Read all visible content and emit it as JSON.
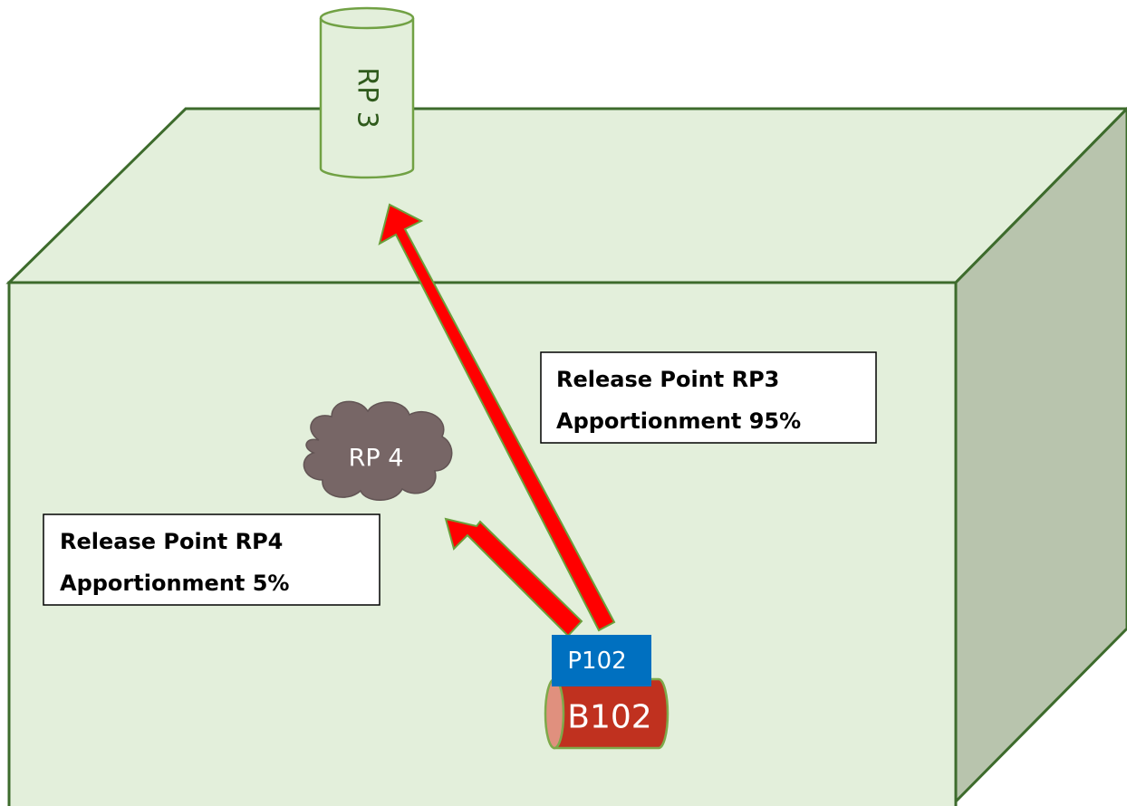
{
  "colors": {
    "box_front": "#e3efdb",
    "box_top": "#e3efdb",
    "box_side": "#b8c4ad",
    "box_stroke": "#3d6b2c",
    "pipe_fill": "#e3efdb",
    "pipe_stroke": "#71a144",
    "cloud_fill": "#776666",
    "arrow_fill": "#ff0000",
    "arrow_stroke": "#6aa03c",
    "tag_fill": "#0070c0",
    "drum_fill": "#c0311f",
    "drum_end": "#e0907e",
    "drum_stroke": "#7ea94a"
  },
  "release_point_rp3": {
    "label": "RP 3",
    "shape": "cylinder"
  },
  "release_point_rp4": {
    "label": "RP 4",
    "shape": "cloud"
  },
  "callout_rp3": {
    "line1": "Release Point RP3",
    "line2": "Apportionment 95%"
  },
  "callout_rp4": {
    "line1": "Release Point RP4",
    "line2": "Apportionment 5%"
  },
  "source": {
    "tag_label": "P102",
    "drum_label": "B102"
  },
  "flows": [
    {
      "from": "P102",
      "to": "RP 3",
      "apportionment_percent": 95
    },
    {
      "from": "P102",
      "to": "RP 4",
      "apportionment_percent": 5
    }
  ]
}
